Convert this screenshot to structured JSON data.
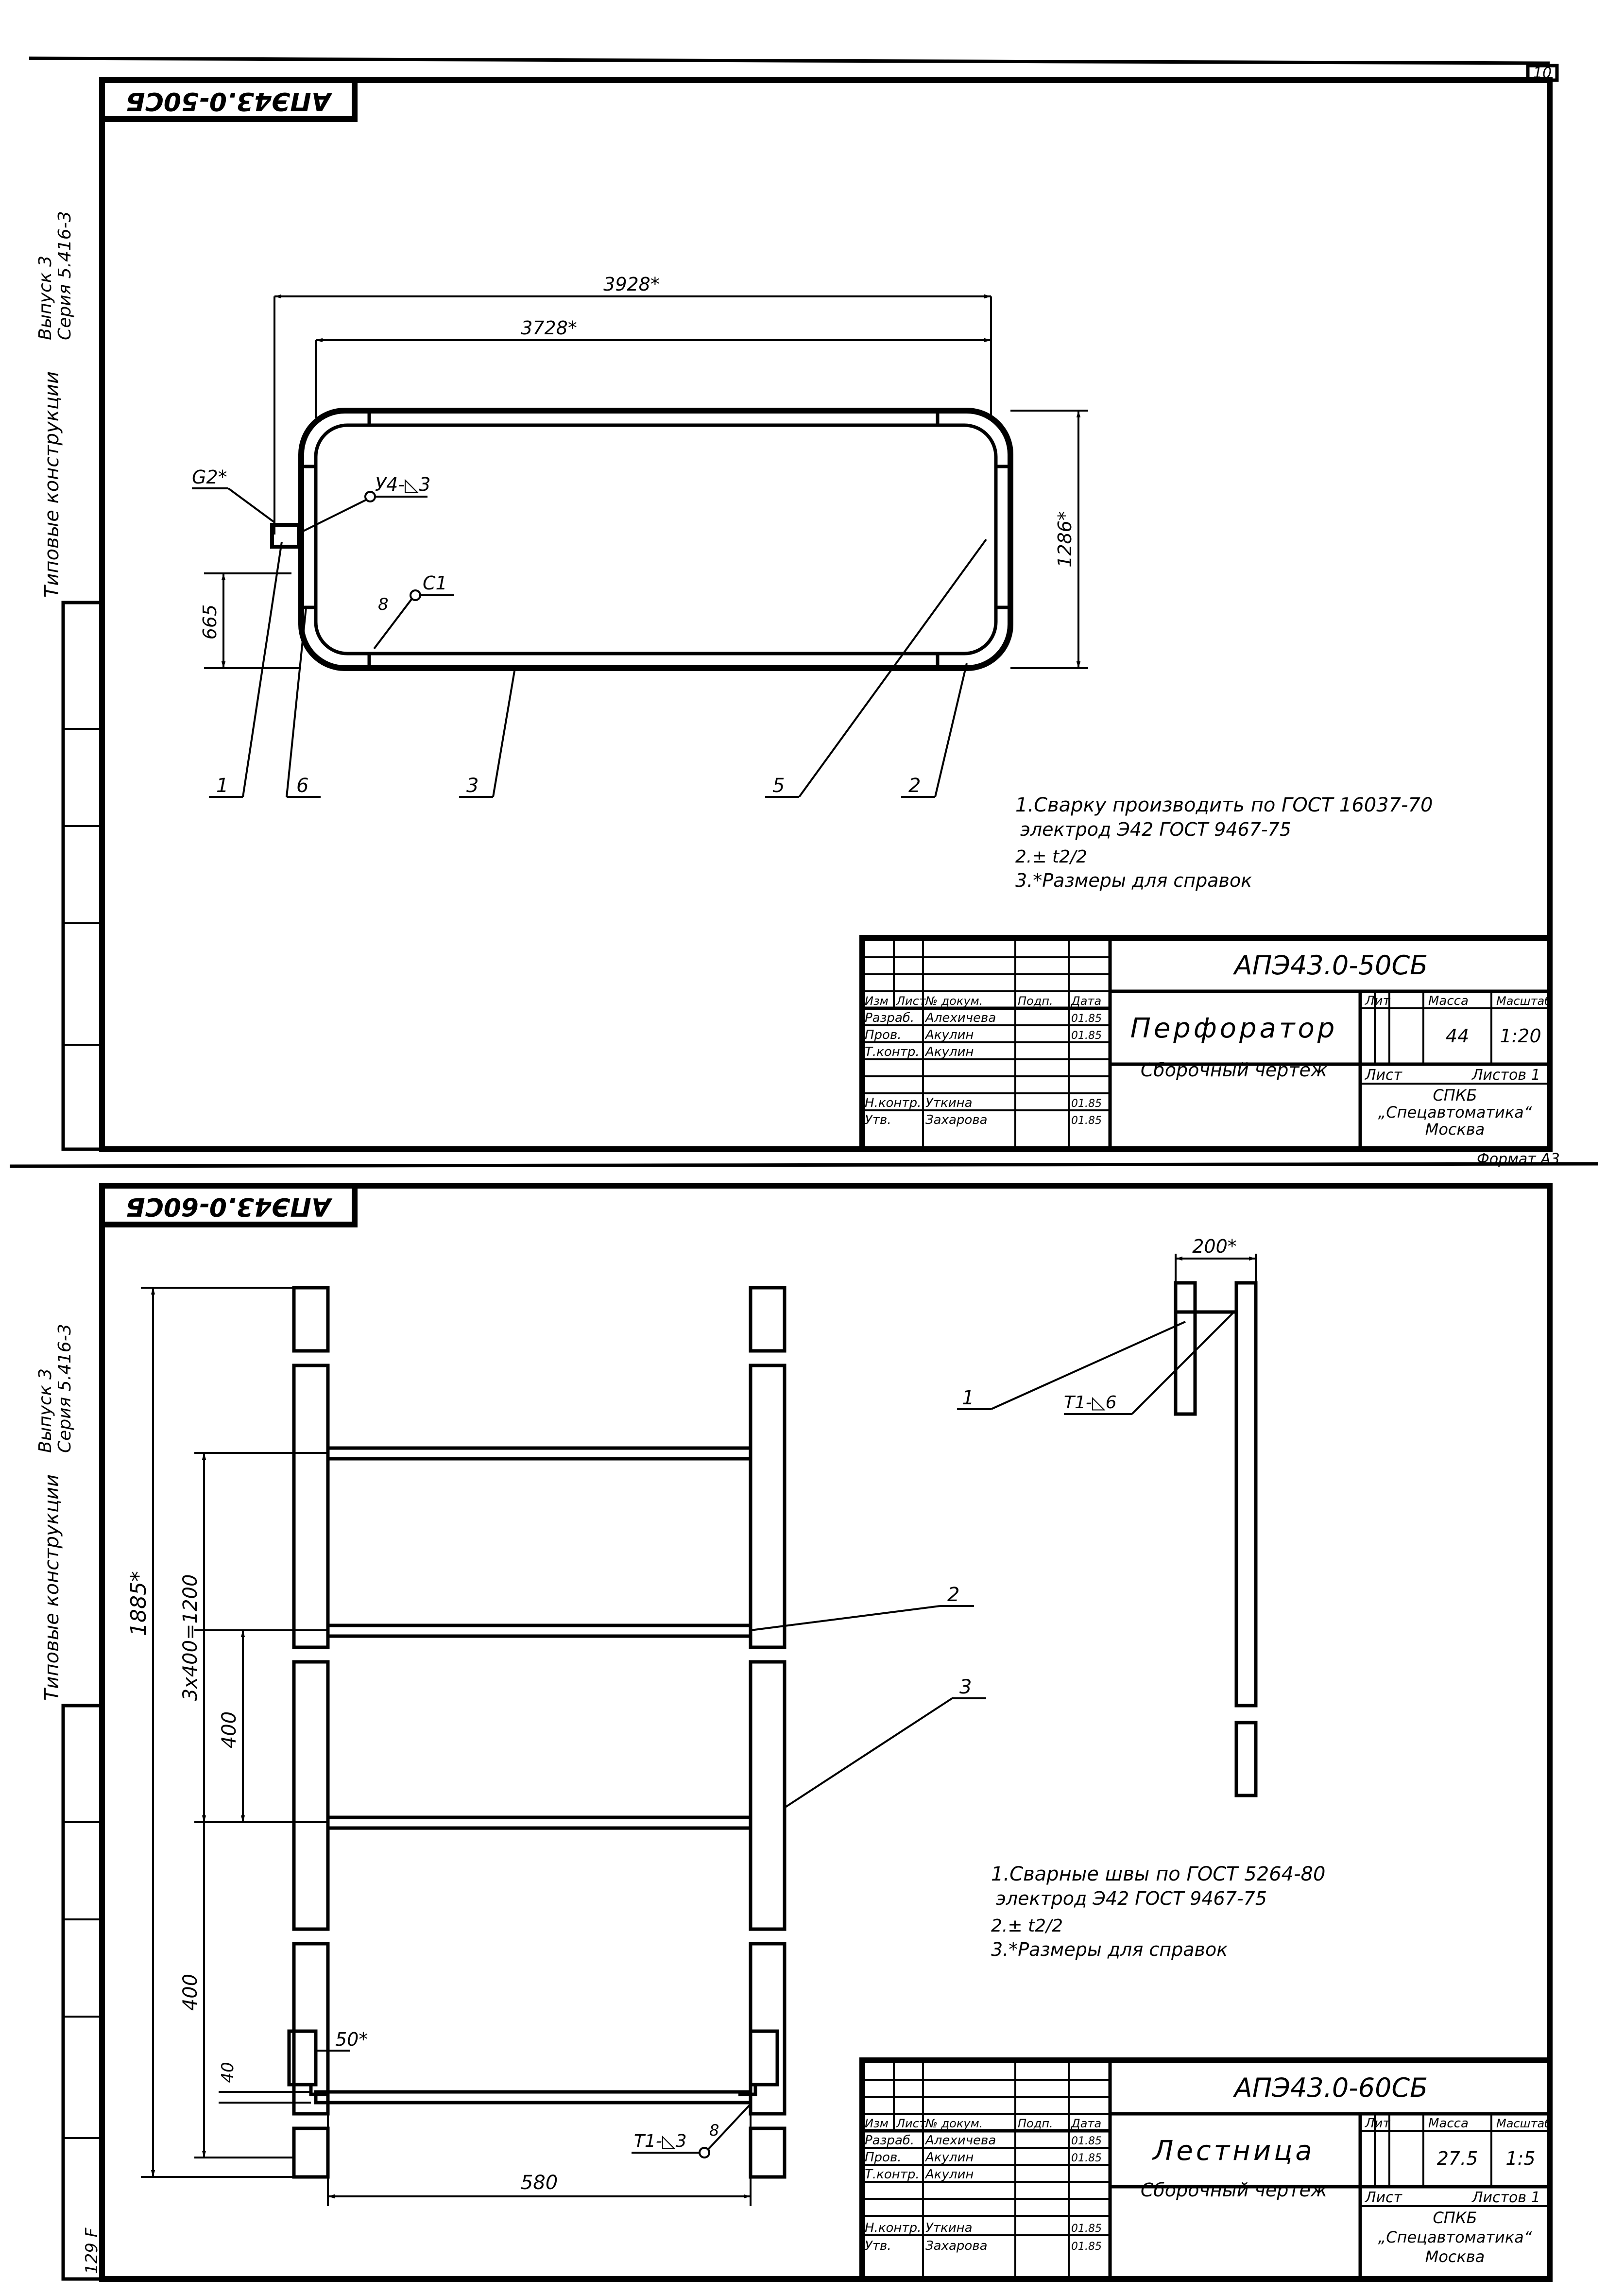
{
  "page_number": "10",
  "sheet1": {
    "stamp": "АПЭ43.0-50СБ",
    "side_series": "Серия 5.416-3",
    "side_issue": "Выпуск 3",
    "side_title": "Типовые конструкции",
    "dims": {
      "overall_width": "3928*",
      "inner_width": "3728*",
      "height": "1286*",
      "left_offset": "665",
      "g2": "G2*",
      "weld_u4": "У4-◺3",
      "weld_c1": "С1",
      "weld_leg": "8"
    },
    "callouts": [
      "1",
      "6",
      "3",
      "5",
      "2"
    ],
    "notes": [
      "1.Сварку производить по ГОСТ 16037-70",
      "электрод Э42 ГОСТ 9467-75",
      "2.± t2/2",
      "3.*Размеры для справок"
    ],
    "title_block": {
      "designation": "АПЭ43.0-50СБ",
      "name": "Перфоратор",
      "doc_type": "Сборочный чертеж",
      "lit_label": "Лит",
      "mass_label": "Масса",
      "scale_label": "Масштаб",
      "mass": "44",
      "scale": "1:20",
      "sheet_label": "Лист",
      "sheets_label": "Листов 1",
      "org_1": "СПКБ",
      "org_2": "„Спецавтоматика“",
      "org_3": "Москва",
      "format": "Формат А3",
      "header": [
        "Изм",
        "Лист",
        "№ докум.",
        "Подп.",
        "Дата"
      ],
      "rows": [
        {
          "role": "Разраб.",
          "person": "Алехичева",
          "date": "01.85"
        },
        {
          "role": "Пров.",
          "person": "Акулин",
          "date": "01.85"
        },
        {
          "role": "Т.контр.",
          "person": "Акулин",
          "date": ""
        },
        {
          "role": "Н.контр.",
          "person": "Уткина",
          "date": "01.85"
        },
        {
          "role": "Утв.",
          "person": "Захарова",
          "date": "01.85"
        }
      ]
    }
  },
  "sheet2": {
    "stamp": "АПЭ43.0-60СБ",
    "side_series": "Серия 5.416-3",
    "side_issue": "Выпуск 3",
    "side_title": "Типовые конструкции",
    "dims": {
      "overall_height": "1885*",
      "spacing": "3х400=1200",
      "step_1": "400",
      "step_2": "400",
      "detail_width": "200*",
      "weld_t1_6": "Т1-◺6",
      "bottom_width": "580",
      "leg_50": "50*",
      "leg_40": "40",
      "weld_t1_3": "Т1-◺3",
      "weld_leg": "8"
    },
    "callouts": [
      "1",
      "2",
      "3"
    ],
    "notes": [
      "1.Сварные швы по ГОСТ 5264-80",
      "электрод Э42 ГОСТ 9467-75",
      "2.± t2/2",
      "3.*Размеры для справок"
    ],
    "title_block": {
      "designation": "АПЭ43.0-60СБ",
      "name": "Лестница",
      "doc_type": "Сборочный чертеж",
      "lit_label": "Лит",
      "mass_label": "Масса",
      "scale_label": "Масштаб",
      "mass": "27.5",
      "scale": "1:5",
      "sheet_label": "Лист",
      "sheets_label": "Листов 1",
      "org_1": "СПКБ",
      "org_2": "„Спецавтоматика“",
      "org_3": "Москва",
      "header": [
        "Изм",
        "Лист",
        "№ докум.",
        "Подп.",
        "Дата"
      ],
      "rows": [
        {
          "role": "Разраб.",
          "person": "Алехичева",
          "date": "01.85"
        },
        {
          "role": "Пров.",
          "person": "Акулин",
          "date": "01.85"
        },
        {
          "role": "Т.контр.",
          "person": "Акулин",
          "date": ""
        },
        {
          "role": "Н.контр.",
          "person": "Уткина",
          "date": "01.85"
        },
        {
          "role": "Утв.",
          "person": "Захарова",
          "date": "01.85"
        }
      ]
    }
  },
  "archive_no": "129 F"
}
